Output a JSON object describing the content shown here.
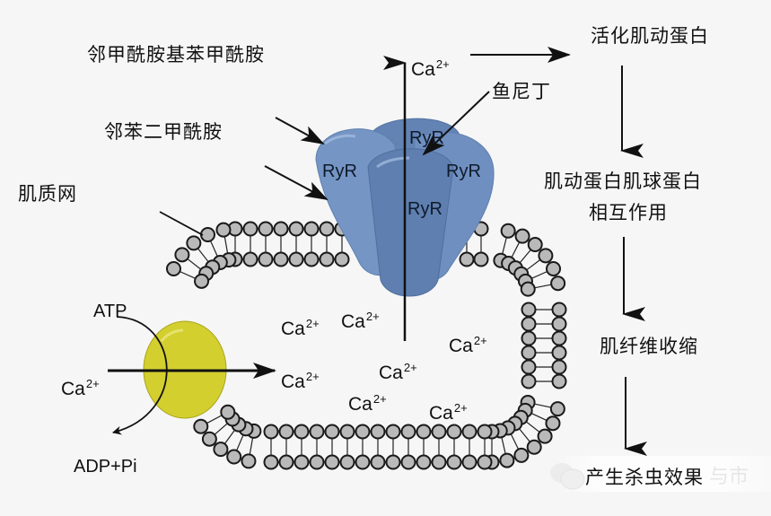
{
  "diagram": {
    "title": "RyR insecticide mechanism",
    "labels": {
      "compound_a": "邻甲酰胺基苯甲酰胺",
      "compound_b": "邻苯二甲酰胺",
      "organelle": "肌质网",
      "ryanodine": "鱼尼丁",
      "atp": "ATP",
      "adp": "ADP+Pi",
      "channel_subunit": "RyR"
    },
    "ion": {
      "symbol": "Ca",
      "charge": "2+"
    },
    "pathway": [
      "活化肌动蛋白",
      "肌动蛋白肌球蛋白",
      "相互作用",
      "肌纤维收缩",
      "产生杀虫效果"
    ],
    "watermark": "与市",
    "colors": {
      "ryr_channel": "#6f8fbf",
      "ryr_channel_dark": "#5a79a8",
      "pump": "#d3cf2f",
      "lipid_head": "#b9b9b9",
      "arrow": "#111111"
    }
  }
}
